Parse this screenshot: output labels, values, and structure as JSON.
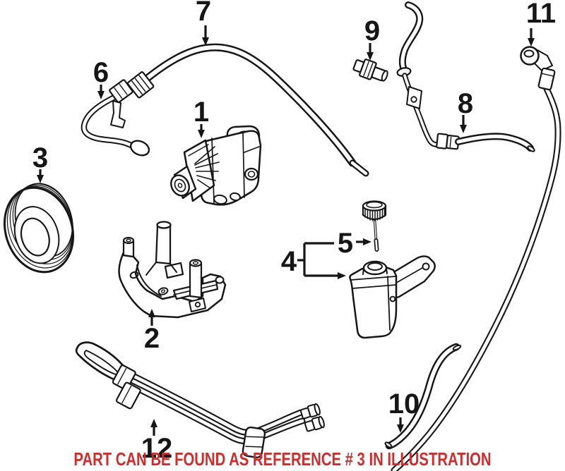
{
  "diagram": {
    "kind": "exploded-parts-line-illustration",
    "subject": "power-steering pump, pulley, reservoir and hose assembly"
  },
  "colors": {
    "background": "#ffffff",
    "line_art": "#161616",
    "caption_red": "#d22b2b"
  },
  "caption": {
    "text": "PART CAN BE FOUND AS REFERENCE # 3 IN ILLUSTRATION"
  },
  "callouts": [
    {
      "ref": "1",
      "part": "pump"
    },
    {
      "ref": "2",
      "part": "mounting-bracket"
    },
    {
      "ref": "3",
      "part": "pulley"
    },
    {
      "ref": "4",
      "part": "reservoir"
    },
    {
      "ref": "5",
      "part": "reservoir-cap"
    },
    {
      "ref": "6",
      "part": "pipe"
    },
    {
      "ref": "7",
      "part": "hose"
    },
    {
      "ref": "8",
      "part": "hose"
    },
    {
      "ref": "9",
      "part": "fitting"
    },
    {
      "ref": "10",
      "part": "hose"
    },
    {
      "ref": "11",
      "part": "hose"
    },
    {
      "ref": "12",
      "part": "cooler-pipe"
    }
  ]
}
